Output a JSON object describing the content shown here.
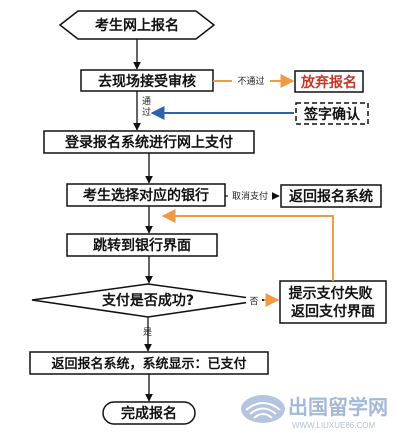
{
  "nodes": {
    "start": "考生网上报名",
    "review": "去现场接受审核",
    "abandon": "放弃报名",
    "sign": "签字确认",
    "pay_login": "登录报名系统进行网上支付",
    "choose_bank": "考生选择对应的银行",
    "return_system": "返回报名系统",
    "bank_page": "跳转到银行界面",
    "decision": "支付是否成功?",
    "fail": "提示支付失败\n返回支付界面",
    "paid": "返回报名系统，系统显示：已支付",
    "end": "完成报名"
  },
  "edges": {
    "not_passed": "不通过",
    "passed": "通过",
    "cancel_pay": "取消支付",
    "no": "否",
    "yes": "是"
  },
  "watermark": {
    "name": "出国留学网",
    "url": "WWW.LIUXUE86.COM"
  },
  "colors": {
    "box_border": "#111111",
    "orange": "#ef9a45",
    "blue_arrow": "#2f62a8",
    "red_text": "#c0392b",
    "black": "#111111"
  }
}
